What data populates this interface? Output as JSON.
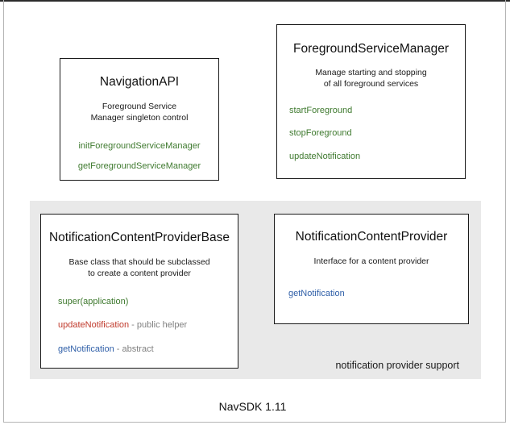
{
  "diagram": {
    "footer_label": "NavSDK 1.11",
    "group_panel": {
      "caption": "notification provider support"
    },
    "colors": {
      "green": "#3f7a2f",
      "blue": "#2f5fa8",
      "red": "#c0392b",
      "gray_suffix": "#808080",
      "panel_background": "#e9e9e9",
      "box_border": "#1a1a1a",
      "text": "#111111"
    },
    "boxes": [
      {
        "id": "navigation-api",
        "title": "NavigationAPI",
        "description_line1": "Foreground Service",
        "description_line2": "Manager singleton control",
        "members": [
          {
            "name": "initForegroundServiceManager",
            "color": "green",
            "suffix": ""
          },
          {
            "name": "getForegroundServiceManager",
            "color": "green",
            "suffix": ""
          }
        ]
      },
      {
        "id": "foreground-service-manager",
        "title": "ForegroundServiceManager",
        "description_line1": "Manage starting and stopping",
        "description_line2": "of all foreground services",
        "members": [
          {
            "name": "startForeground",
            "color": "green",
            "suffix": ""
          },
          {
            "name": "stopForeground",
            "color": "green",
            "suffix": ""
          },
          {
            "name": "updateNotification",
            "color": "green",
            "suffix": ""
          }
        ]
      },
      {
        "id": "notification-content-provider-base",
        "title": "NotificationContentProviderBase",
        "description_line1": "Base class that should be subclassed",
        "description_line2": "to create a content provider",
        "members": [
          {
            "name": "super(application)",
            "color": "green",
            "suffix": ""
          },
          {
            "name": "updateNotification",
            "color": "red",
            "suffix": " - public helper"
          },
          {
            "name": "getNotification",
            "color": "blue",
            "suffix": " - abstract"
          }
        ]
      },
      {
        "id": "notification-content-provider",
        "title": "NotificationContentProvider",
        "description_line1": "Interface for a content provider",
        "description_line2": "",
        "members": [
          {
            "name": "getNotification",
            "color": "blue",
            "suffix": ""
          }
        ]
      }
    ]
  }
}
